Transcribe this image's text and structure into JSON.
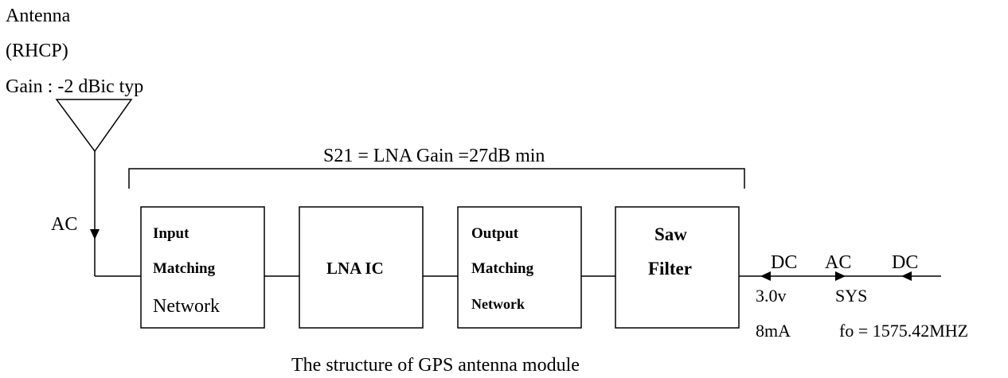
{
  "antenna": {
    "title": "Antenna",
    "polarization": "(RHCP)",
    "gain": "Gain : -2  dBic typ"
  },
  "lna_gain_label": "S21 = LNA Gain =27dB min",
  "ac_label": "AC",
  "blocks": {
    "input_matching": [
      "Input",
      "Matching",
      "Network"
    ],
    "lna_ic": "LNA IC",
    "output_matching": [
      "Output",
      "Matching",
      "Network"
    ],
    "saw_filter": [
      "Saw",
      "Filter"
    ]
  },
  "output_side": {
    "dc_left": "DC",
    "ac": "AC",
    "dc_right": "DC",
    "voltage": "3.0v",
    "sys": "SYS",
    "current": "8mA",
    "frequency": "fo = 1575.42MHZ"
  },
  "caption": "The structure of GPS antenna module",
  "colors": {
    "line": "#000000",
    "background": "#ffffff"
  }
}
